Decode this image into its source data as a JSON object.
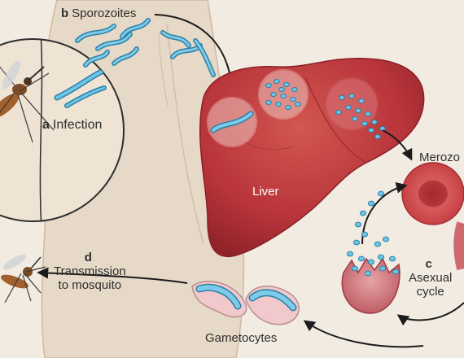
{
  "labels": {
    "sporozoites": {
      "letter": "b",
      "text": "Sporozoites"
    },
    "infection": {
      "letter": "a",
      "text": "Infection"
    },
    "liver": {
      "text": "Liver"
    },
    "merozoites": {
      "text": "Merozo"
    },
    "asexual": {
      "letter": "c",
      "line1": "Asexual",
      "line2": "cycle"
    },
    "transmission": {
      "letter": "d",
      "line1": "Transmission",
      "line2": "to mosquito"
    },
    "gametocytes": {
      "text": "Gametocytes"
    }
  },
  "colors": {
    "background": "#f1ebe1",
    "skin": "#e4d5c3",
    "liver": "#b8353b",
    "liver_dark": "#8f2429",
    "parasite": "#5bb8da",
    "parasite_dark": "#2c7fa6",
    "rbc": "#c8474a",
    "arrow": "#1b1b1b"
  }
}
